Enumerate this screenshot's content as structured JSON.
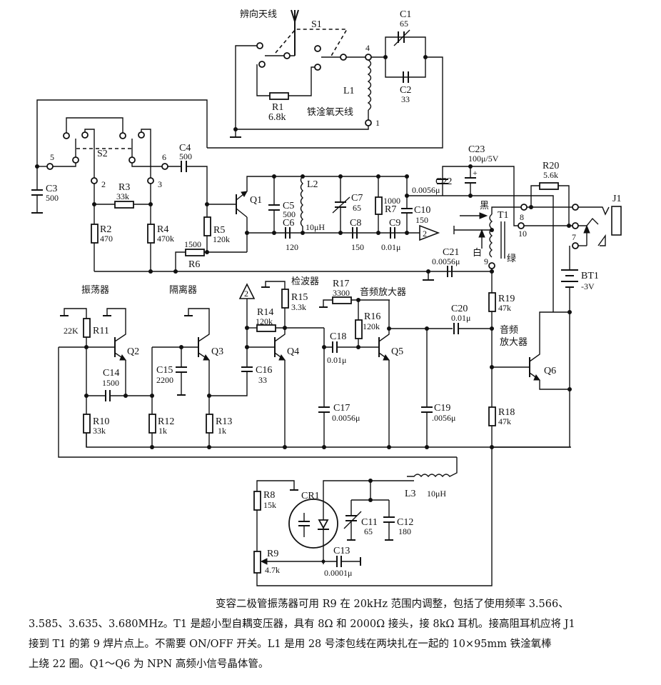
{
  "labels": {
    "dir_antenna": "辨向天线",
    "s1": "S1",
    "s2": "S2",
    "r1": "R1",
    "r1v": "6.8k",
    "l1": "L1",
    "ferrite_antenna": "铁淦氧天线",
    "c1": "C1",
    "c1v": "65",
    "c2": "C2",
    "c2v": "33",
    "c3": "C3",
    "c3v": "500",
    "c4": "C4",
    "c4v": "500",
    "r3": "R3",
    "r3v": "33k",
    "r2": "R2",
    "r2v": "470",
    "r4": "R4",
    "r4v": "470k",
    "r5": "R5",
    "r5v": "120k",
    "r6": "R6",
    "r6v": "1500",
    "q1": "Q1",
    "c5": "C5",
    "c5v": "500",
    "c6": "C6",
    "c6v": "120",
    "l2": "L2",
    "l2v": "10μH",
    "c7": "C7",
    "c7v": "65",
    "c8": "C8",
    "c8v": "150",
    "r7": "R7",
    "r7v": "1000",
    "c9": "C9",
    "c9v": "0.01μ",
    "c10": "C10",
    "c10v": "150",
    "c22": "C22",
    "c22v": "0.0056μ",
    "c23": "C23",
    "c23v": "100μ/5V",
    "r20": "R20",
    "r20v": "5.6k",
    "j1": "J1",
    "t1": "T1",
    "black": "黑",
    "white": "白",
    "green": "绿",
    "c21": "C21",
    "c21v": "0.0056μ",
    "bt1": "BT1",
    "bt1v": "-3V",
    "oscillator": "振荡器",
    "buffer": "隔离器",
    "detector": "检波器",
    "audio_amp": "音频放大器",
    "audio_amp2a": "音频",
    "audio_amp2b": "放大器",
    "r11": "R11",
    "r11v": "22K",
    "q2": "Q2",
    "q3": "Q3",
    "q4": "Q4",
    "q5": "Q5",
    "q6": "Q6",
    "c14": "C14",
    "c14v": "1500",
    "c15": "C15",
    "c15v": "2200",
    "c16": "C16",
    "c16v": "33",
    "r10": "R10",
    "r10v": "33k",
    "r12": "R12",
    "r12v": "1k",
    "r13": "R13",
    "r13v": "1k",
    "r14": "R14",
    "r14v": "120k",
    "r15": "R15",
    "r15v": "3.3k",
    "r17": "R17",
    "r17v": "3300",
    "r16": "R16",
    "r16v": "120k",
    "c18": "C18",
    "c18v": "0.01μ",
    "c17": "C17",
    "c17v": "0.0056μ",
    "c19": "C19",
    "c19v": ".0056μ",
    "c20": "C20",
    "c20v": "0.01μ",
    "r19": "R19",
    "r19v": "47k",
    "r18": "R18",
    "r18v": "47k",
    "r8": "R8",
    "r8v": "15k",
    "r9": "R9",
    "r9v": "4.7k",
    "cr1": "CR1",
    "c11": "C11",
    "c11v": "65",
    "c12": "C12",
    "c12v": "180",
    "c13": "C13",
    "c13v": "0.0001μ",
    "l3": "L3",
    "l3v": "10μH",
    "amp_tag": "2",
    "pins": {
      "p1": "1",
      "p2": "2",
      "p3": "3",
      "p4": "4",
      "p5": "5",
      "p6": "6",
      "p7": "7",
      "p8": "8",
      "p9": "9",
      "p10": "10"
    }
  },
  "caption": {
    "line1": "变容二极管振荡器可用 R9 在 20kHz 范围内调整，包括了使用频率 3.566、",
    "line2": "3.585、3.635、3.680MHz。T1 是超小型自耦变压器，具有 8Ω 和 2000Ω 接头，接 8kΩ 耳机。接高阻耳机应将 J1",
    "line3": "接到 T1 的第 9 焊片点上。不需要 ON/OFF 开关。L1 是用 28 号漆包线在两块扎在一起的 10×95mm 铁淦氧棒",
    "line4": "上绕 22 圈。Q1～Q6 为 NPN 高频小信号晶体管。"
  }
}
